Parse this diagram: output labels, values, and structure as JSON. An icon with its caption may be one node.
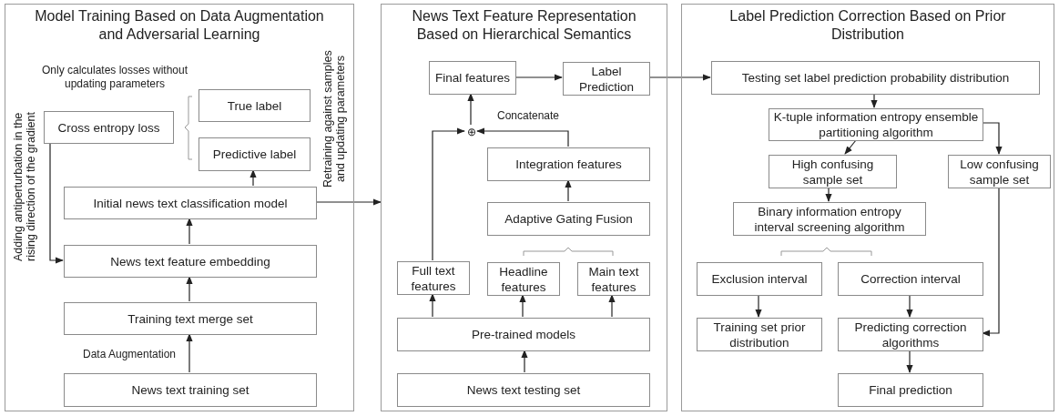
{
  "diagram": {
    "nodes": [
      {
        "text": [
          "Model Training Based on Data Augmentation and Adversarial Learning"
        ]
      },
      {
        "text": [
          "Cross entropy loss"
        ],
        "in": 0
      },
      {
        "text": [
          "True label"
        ],
        "in": 0
      },
      {
        "text": [
          "Predictive label"
        ],
        "in": 0
      },
      {
        "text": [
          "Initial news text classification model"
        ],
        "in": 0
      },
      {
        "text": [
          "News text feature embedding"
        ],
        "in": 0
      },
      {
        "text": [
          "Training text merge set"
        ],
        "in": 0
      },
      {
        "text": [
          "News text training set"
        ],
        "in": 0
      },
      {
        "text": [
          "News Text Feature Representation Based on Hierarchical Semantics"
        ]
      },
      {
        "text": [
          "Final features"
        ],
        "in": 8
      },
      {
        "text": [
          "Label Prediction"
        ],
        "in": 8
      },
      {
        "text": [
          "⊕"
        ],
        "in": 8
      },
      {
        "text": [
          "Integration features"
        ],
        "in": 8
      },
      {
        "text": [
          "Adaptive Gating Fusion"
        ],
        "in": 8
      },
      {
        "text": [
          "Full text features"
        ],
        "in": 8
      },
      {
        "text": [
          "Headline features"
        ],
        "in": 8
      },
      {
        "text": [
          "Main text features"
        ],
        "in": 8
      },
      {
        "text": [
          "Pre-trained models"
        ],
        "in": 8
      },
      {
        "text": [
          "News text testing set"
        ],
        "in": 8
      },
      {
        "text": [
          "Label Prediction Correction Based on Prior Distribution"
        ]
      },
      {
        "text": [
          "Testing set label prediction probability distribution"
        ],
        "in": 19
      },
      {
        "text": [
          "K-tuple information entropy ensemble partitioning algorithm"
        ],
        "in": 19
      },
      {
        "text": [
          "High confusing sample set"
        ],
        "in": 19
      },
      {
        "text": [
          "Low confusing sample set"
        ],
        "in": 19
      },
      {
        "text": [
          "Binary information entropy interval screening algorithm"
        ],
        "in": 19
      },
      {
        "text": [
          "Exclusion interval"
        ],
        "in": 19
      },
      {
        "text": [
          "Correction interval"
        ],
        "in": 19
      },
      {
        "text": [
          "Training set prior distribution"
        ],
        "in": 19
      },
      {
        "text": [
          "Predicting correction algorithms"
        ],
        "in": 19
      },
      {
        "text": [
          "Final prediction"
        ],
        "in": 19
      }
    ],
    "edges": [
      {
        "from": 1,
        "to": 5,
        "arrow": "to"
      },
      {
        "from": 4,
        "to": 3,
        "arrow": "to"
      },
      {
        "from": 5,
        "to": 4,
        "arrow": "to"
      },
      {
        "from": 6,
        "to": 5,
        "arrow": "to"
      },
      {
        "from": 7,
        "to": 6,
        "arrow": "to",
        "label": "Data Augmentation"
      },
      {
        "from": 4,
        "to": 8,
        "arrow": "to"
      },
      {
        "from": 18,
        "to": 17,
        "arrow": "to"
      },
      {
        "from": 17,
        "to": 14,
        "arrow": "to"
      },
      {
        "from": 17,
        "to": 15,
        "arrow": "to"
      },
      {
        "from": 17,
        "to": 16,
        "arrow": "to"
      },
      {
        "from": 13,
        "to": 12,
        "arrow": "to"
      },
      {
        "from": 12,
        "to": 11,
        "arrow": "to"
      },
      {
        "from": 14,
        "to": 11,
        "arrow": "to"
      },
      {
        "from": 11,
        "to": 9,
        "arrow": "to"
      },
      {
        "from": 9,
        "to": 10,
        "arrow": "to"
      },
      {
        "from": 10,
        "to": 20,
        "arrow": "to"
      },
      {
        "from": 20,
        "to": 21,
        "arrow": "to"
      },
      {
        "from": 21,
        "to": 22,
        "arrow": "to"
      },
      {
        "from": 21,
        "to": 23,
        "arrow": "to"
      },
      {
        "from": 22,
        "to": 24,
        "arrow": "to"
      },
      {
        "from": 25,
        "to": 27,
        "arrow": "to"
      },
      {
        "from": 26,
        "to": 28,
        "arrow": "to"
      },
      {
        "from": 23,
        "to": 28,
        "arrow": "to"
      },
      {
        "from": 28,
        "to": 29,
        "arrow": "to"
      }
    ],
    "labels": [
      "Only calculates losses without updating parameters",
      "Adding antiperturbation in the rising direction of the gradient",
      "Retraining against samples and updating parameters",
      "Concatenate"
    ]
  }
}
